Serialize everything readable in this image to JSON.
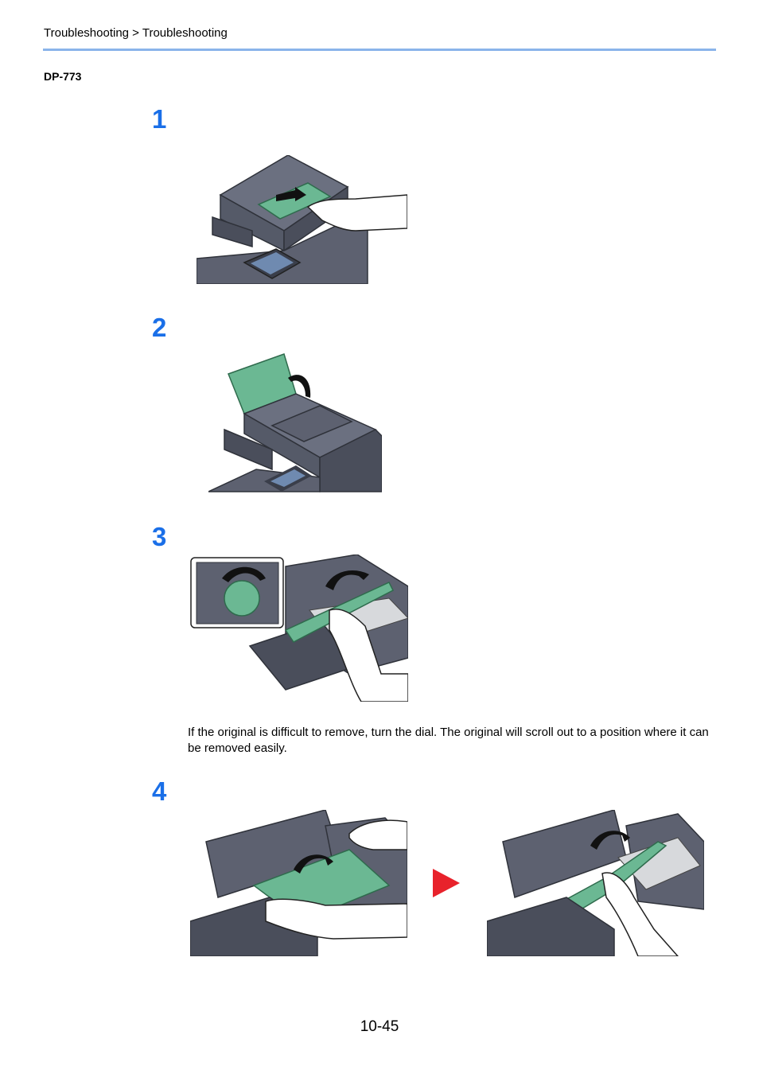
{
  "header": {
    "breadcrumb": "Troubleshooting > Troubleshooting"
  },
  "section_title": "DP-773",
  "steps": [
    {
      "number": "1"
    },
    {
      "number": "2"
    },
    {
      "number": "3",
      "note": "If the original is difficult to remove, turn the dial. The original will scroll out to a position where it can be removed easily."
    },
    {
      "number": "4"
    }
  ],
  "footer": {
    "page_number": "10-45"
  },
  "colors": {
    "step_number": "#1a6fe8",
    "header_rule": "#8ab4ea",
    "device_body": "#5d6170",
    "paper_green": "#6bb893",
    "arrow_red": "#e8222b"
  }
}
